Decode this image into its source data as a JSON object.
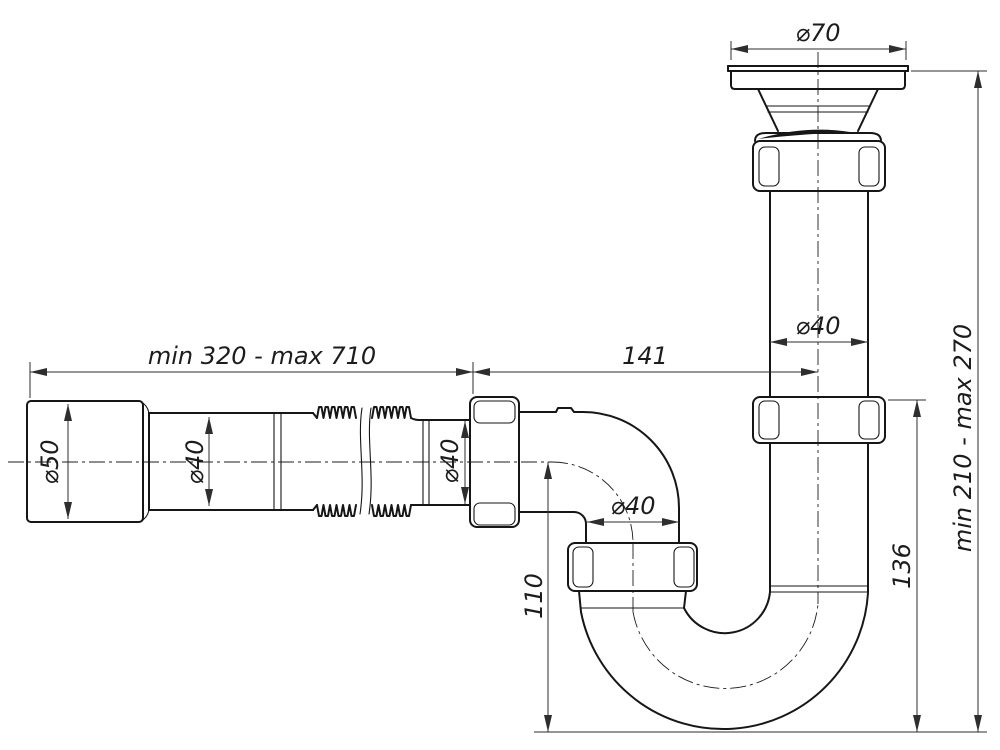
{
  "colors": {
    "ink": "#161616",
    "dim": "#2e2e2e",
    "background": "#ffffff"
  },
  "dimensions": {
    "flange_diameter": "⌀70",
    "horizontal_range": "min 320 - max 710",
    "horizontal_offset": "141",
    "standpipe_diameter": "⌀40",
    "elbow_diameter": "⌀40",
    "inlet_cuff_diameter": "⌀50",
    "hose_diameter": "⌀40",
    "hose_outlet_diameter": "⌀40",
    "trap_depth": "110",
    "right_leg_height": "136",
    "vertical_range": "min 210 - max 270"
  }
}
